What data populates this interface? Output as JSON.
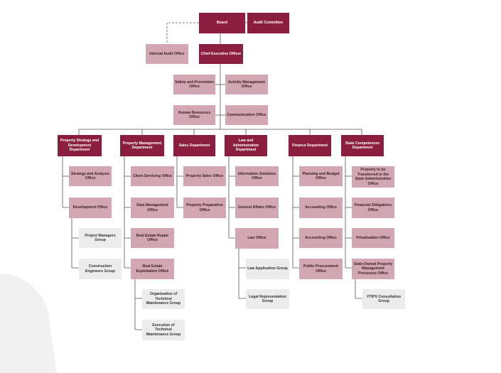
{
  "board": "Board",
  "audit_committee": "Audit Committee",
  "internal_audit": "Internal Audit Office",
  "ceo": "Chief Executive Officer",
  "safety": "Safety and Provention Office",
  "activity": "Activity Management Office",
  "hr": "Human Resources Office",
  "communication": "Communication Office",
  "departments": {
    "strategy": {
      "name": "Property Strategy and Development Department",
      "offices": [
        "Strategy and Analysis Office",
        "Development Office"
      ],
      "groups": [
        "Project Managers Group",
        "Construction Engineers Group"
      ]
    },
    "management": {
      "name": "Property Management Department",
      "offices": [
        "Client Servicing Office",
        "Data Management Office",
        "Real Estate Repair Office",
        "Real Estate Exploitation Office"
      ],
      "groups": [
        "Organisation of Technical Maintenance Group",
        "Execution of Technical Maintenance Group"
      ]
    },
    "sales": {
      "name": "Sales Department",
      "offices": [
        "Property Sales Office",
        "Property Preparation Office"
      ]
    },
    "law": {
      "name": "Law and Administration Department",
      "offices": [
        "Information Solutions Office",
        "General Affairs Office",
        "Law Office"
      ],
      "groups": [
        "Law Application Group",
        "Legal Representation Group"
      ]
    },
    "finance": {
      "name": "Finance Department",
      "offices": [
        "Planning and Budget Office",
        "Accounting Office",
        "Accounting Office",
        "Public Procurement Office"
      ]
    },
    "state": {
      "name": "State Competences Department",
      "offices": [
        "Property to be Transferred to the State Administration Office",
        "Financial Obligations Office",
        "Privatisation Office",
        "State-Owned Property Management Processes Office"
      ],
      "groups": [
        "VTIPS Consultation Group"
      ]
    }
  },
  "colors": {
    "dark": "#8b1e3f",
    "pink": "#d2a6b3",
    "grey": "#ececed",
    "line": "#555555"
  }
}
